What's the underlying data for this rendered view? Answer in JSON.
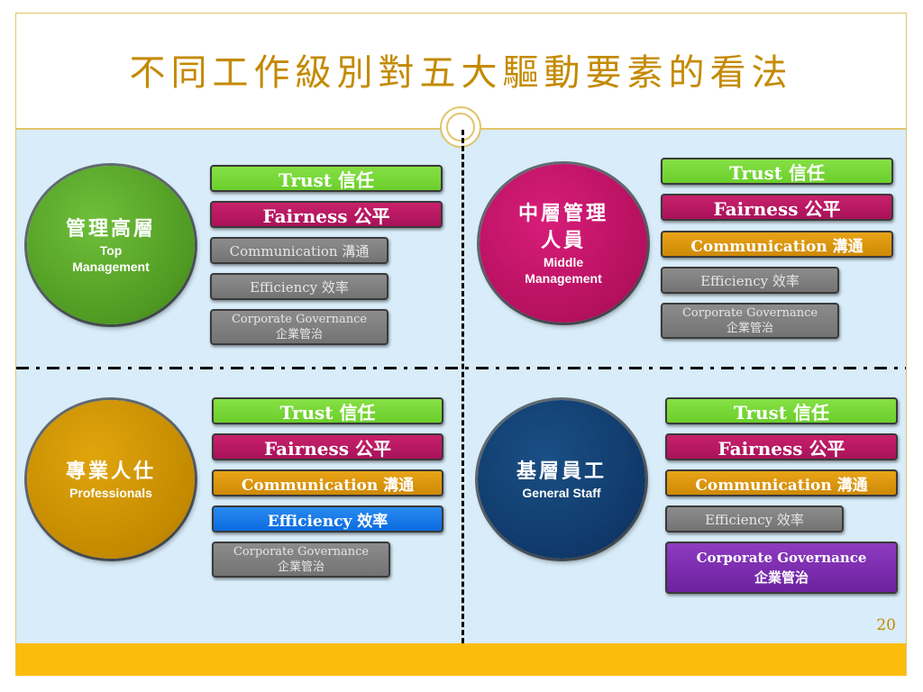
{
  "title": "不同工作級別對五大驅動要素的看法",
  "page_number": "20",
  "quadrants": {
    "top": {
      "cn": "管理高層",
      "en1": "Top",
      "en2": "Management",
      "trust": "Trust 信任",
      "fairness": "Fairness  公平",
      "communication": "Communication 溝通",
      "efficiency": "Efficiency 效率",
      "gov1": "Corporate Governance",
      "gov2": "企業管治"
    },
    "middle": {
      "cn1": "中層管理",
      "cn2": "人員",
      "en1": "Middle",
      "en2": "Management",
      "trust": "Trust 信任",
      "fairness": "Fairness  公平",
      "communication": "Communication 溝通",
      "efficiency": "Efficiency 效率",
      "gov1": "Corporate Governance",
      "gov2": "企業管治"
    },
    "professionals": {
      "cn": "專業人仕",
      "en": "Professionals",
      "trust": "Trust 信任",
      "fairness": "Fairness 公平",
      "communication": "Communication 溝通",
      "efficiency": "Efficiency 效率",
      "gov1": "Corporate Governance",
      "gov2": "企業管治"
    },
    "general": {
      "cn": "基層員工",
      "en": "General Staff",
      "trust": "Trust 信任",
      "fairness": "Fairness 公平",
      "communication": "Communication 溝通",
      "efficiency": "Efficiency 效率",
      "gov1": "Corporate Governance",
      "gov2": "企業管治"
    }
  },
  "colors": {
    "accent": "#c48a00",
    "trust": "#6ccf2c",
    "fairness": "#b5105f",
    "communication": "#cf8a06",
    "efficiency_active": "#0a6ce0",
    "governance_active": "#6c22a0",
    "inactive": "#7f7f7f"
  }
}
